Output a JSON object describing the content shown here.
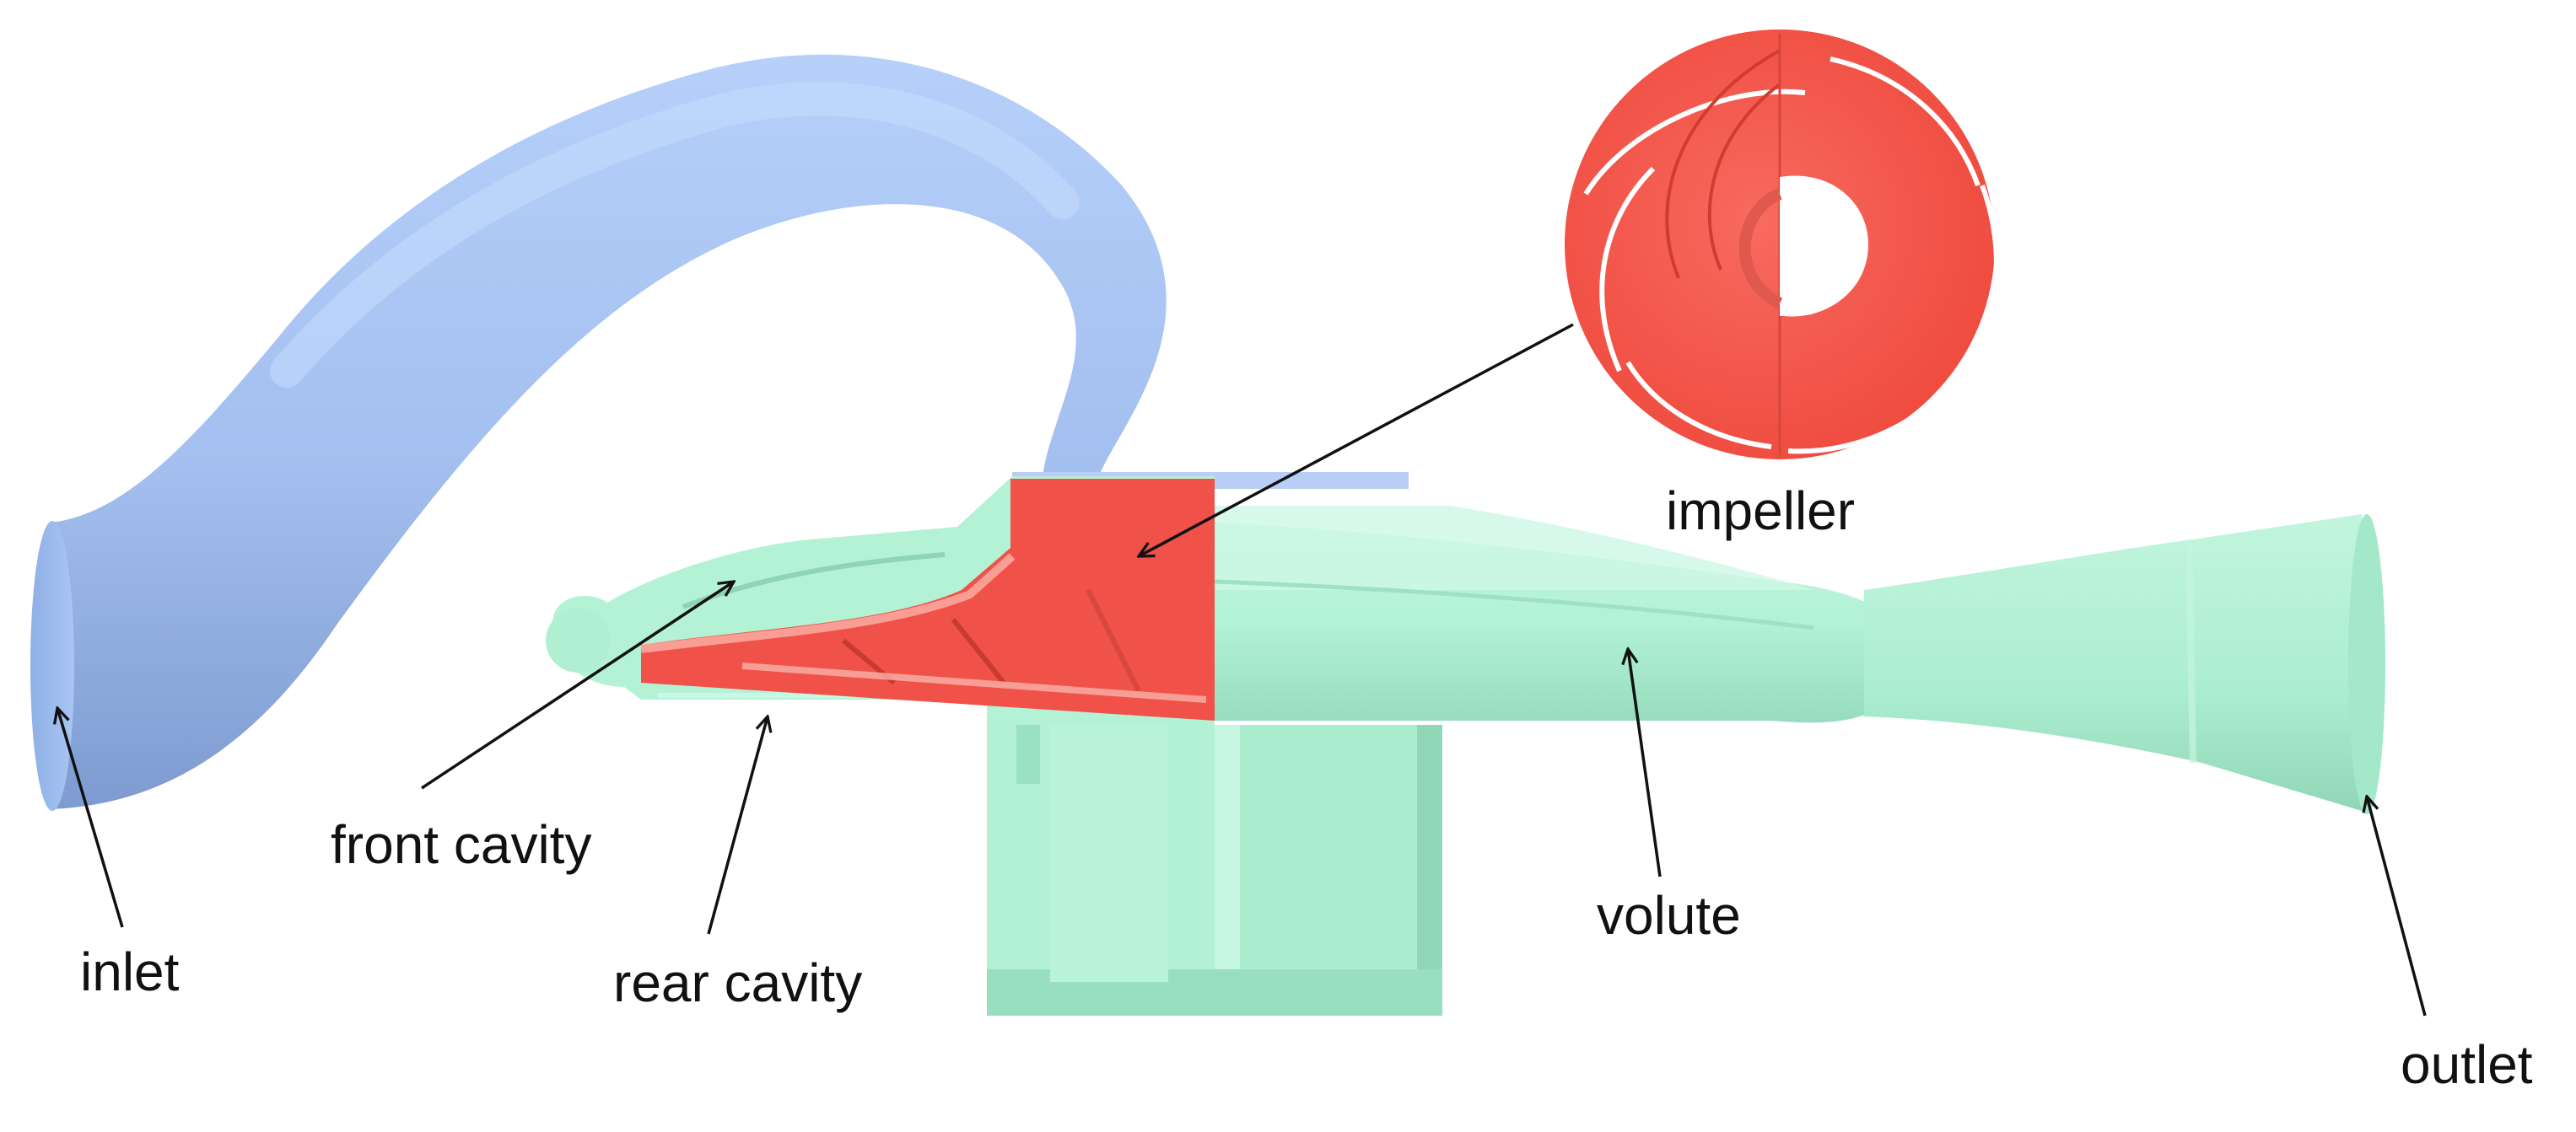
{
  "labels": {
    "impeller": "impeller",
    "front_cavity": "front cavity",
    "rear_cavity": "rear cavity",
    "inlet": "inlet",
    "volute": "volute",
    "outlet": "outlet"
  },
  "colors": {
    "inlet_pipe": "#a6c3f0",
    "inlet_pipe_shadow": "#7f9fd0",
    "volute_body": "#b2f2d6",
    "volute_shadow": "#8ed8b8",
    "impeller": "#f4574c",
    "impeller_shadow": "#c9362d",
    "arrow": "#111111"
  }
}
